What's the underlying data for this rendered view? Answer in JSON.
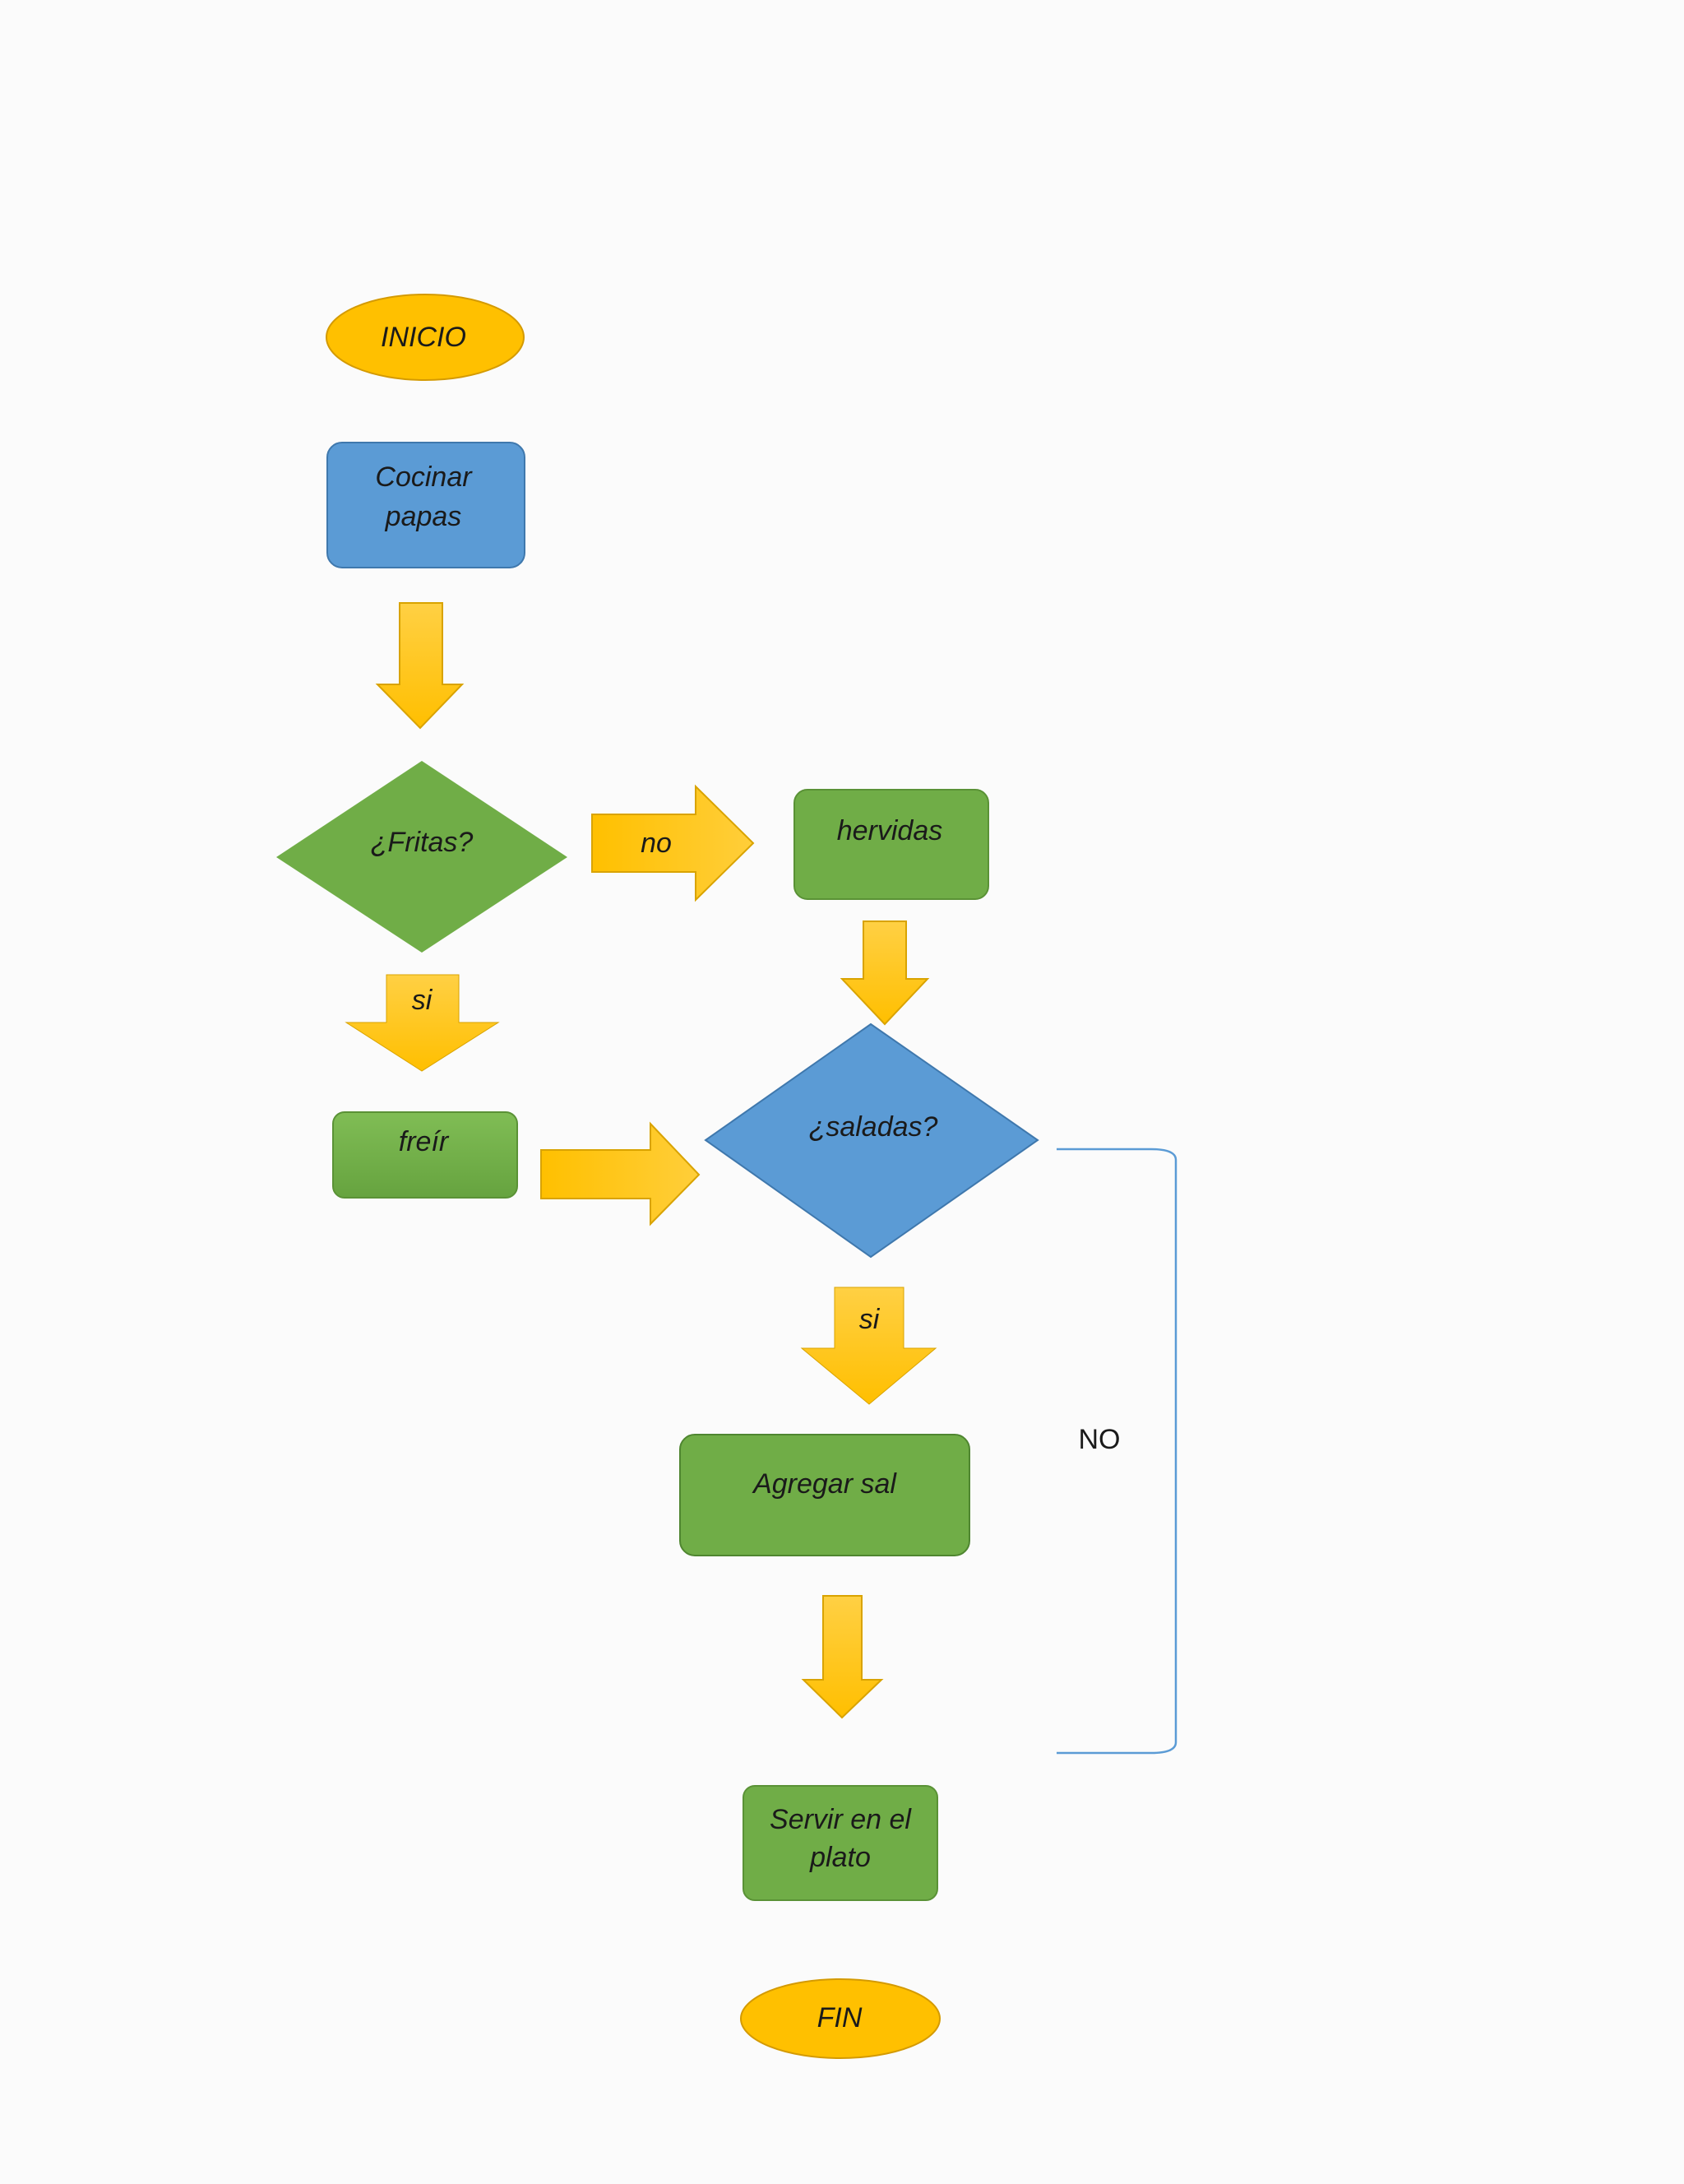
{
  "flowchart": {
    "start": "INICIO",
    "cook": [
      "Cocinar",
      "papas"
    ],
    "decision_fried": "¿Fritas?",
    "no_label": "no",
    "boiled": "hervidas",
    "yes_label_left": "si",
    "fry": "freír",
    "decision_salted": "¿saladas?",
    "yes_label_right": "si",
    "add_salt": "Agregar sal",
    "no_bracket_label": "NO",
    "serve": [
      "Servir en el",
      "plato"
    ],
    "end": "FIN"
  },
  "colors": {
    "terminal": "#ffc000",
    "blue": "#5b9bd5",
    "green": "#70ad47",
    "arrow": "#ffc000",
    "bracket": "#5b9bd5"
  }
}
